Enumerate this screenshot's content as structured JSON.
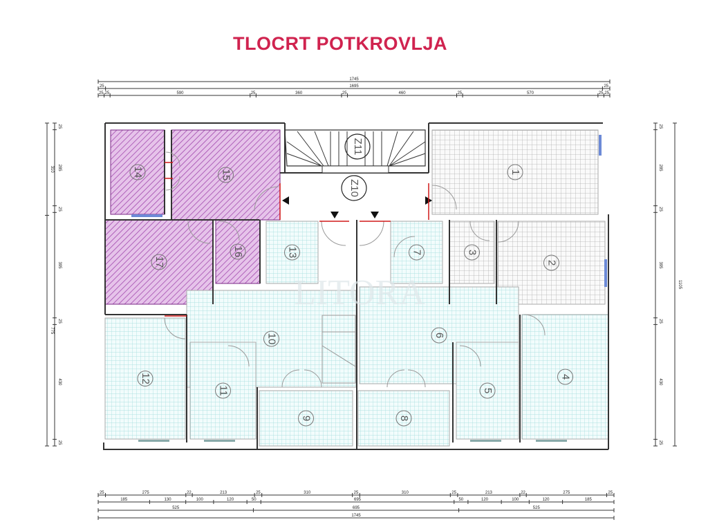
{
  "title": "TLOCRT POTKROVLJA",
  "watermark": "LITORA",
  "colors": {
    "title": "#d0234f",
    "purple": "#b04cb8",
    "cyan": "#8fd8d8",
    "grey": "#a8a8a8",
    "door": "#d01818"
  },
  "rooms": [
    {
      "label": "14",
      "type": "purple"
    },
    {
      "label": "15",
      "type": "purple"
    },
    {
      "label": "17",
      "type": "purple"
    },
    {
      "label": "16",
      "type": "purple"
    },
    {
      "label": "1",
      "type": "grey"
    },
    {
      "label": "3",
      "type": "grey"
    },
    {
      "label": "2",
      "type": "grey"
    },
    {
      "label": "13",
      "type": "cyan"
    },
    {
      "label": "7",
      "type": "cyan"
    },
    {
      "label": "10",
      "type": "cyan"
    },
    {
      "label": "6",
      "type": "cyan"
    },
    {
      "label": "12",
      "type": "cyan"
    },
    {
      "label": "11",
      "type": "cyan"
    },
    {
      "label": "9",
      "type": "cyan"
    },
    {
      "label": "8",
      "type": "cyan"
    },
    {
      "label": "5",
      "type": "cyan"
    },
    {
      "label": "4",
      "type": "cyan"
    }
  ],
  "stairs": {
    "upper": "Z11",
    "landing": "Z10"
  },
  "dimensions": {
    "top": [
      [
        "1745"
      ],
      [
        "25",
        "1695",
        "25"
      ],
      [
        "25",
        "25",
        "590",
        "25",
        "360",
        "25",
        "460",
        "25",
        "570",
        "25",
        "25"
      ]
    ],
    "bottom": [
      [
        "25",
        "275",
        "22",
        "213",
        "25",
        "310",
        "25",
        "310",
        "25",
        "213",
        "22",
        "275",
        "25"
      ],
      [
        "185",
        "130",
        "100",
        "120",
        "50",
        "695",
        "50",
        "120",
        "100",
        "120",
        "185"
      ],
      [
        "525",
        "695",
        "525"
      ],
      [
        "1745"
      ]
    ],
    "left": [
      [
        "310",
        "775"
      ],
      [
        "25",
        "285",
        "25",
        "395",
        "25",
        "430",
        "25"
      ]
    ],
    "right": [
      [
        "1105"
      ],
      [
        "25",
        "285",
        "25",
        "395",
        "25",
        "430",
        "25"
      ]
    ]
  }
}
